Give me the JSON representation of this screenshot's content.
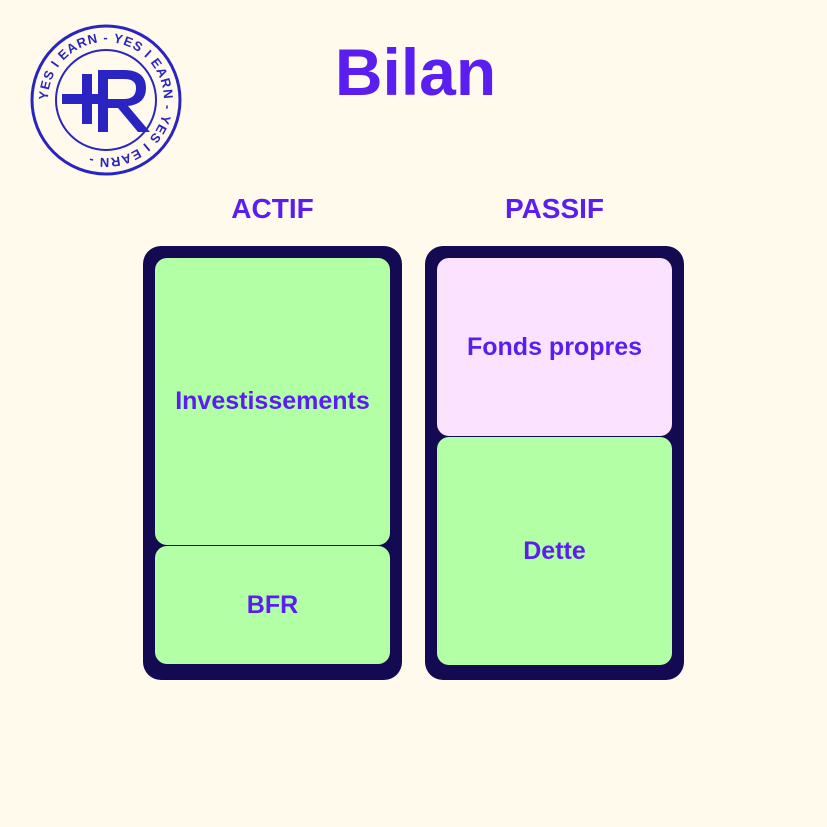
{
  "title": "Bilan",
  "logo": {
    "ring_text": "YES I EARN - YES I EARN - YES I EARN - ",
    "monogram": "+R"
  },
  "columns": {
    "actif": {
      "label": "ACTIF",
      "blocks": [
        "Investissements",
        "BFR"
      ]
    },
    "passif": {
      "label": "PASSIF",
      "blocks": [
        "Fonds propres",
        "Dette"
      ]
    }
  },
  "colors": {
    "background": "#fffaec",
    "accent": "#5b1ef0",
    "frame": "#140a52",
    "green": "#b3ffa6",
    "pink": "#fbe3ff",
    "stamp": "#2a25c2"
  }
}
